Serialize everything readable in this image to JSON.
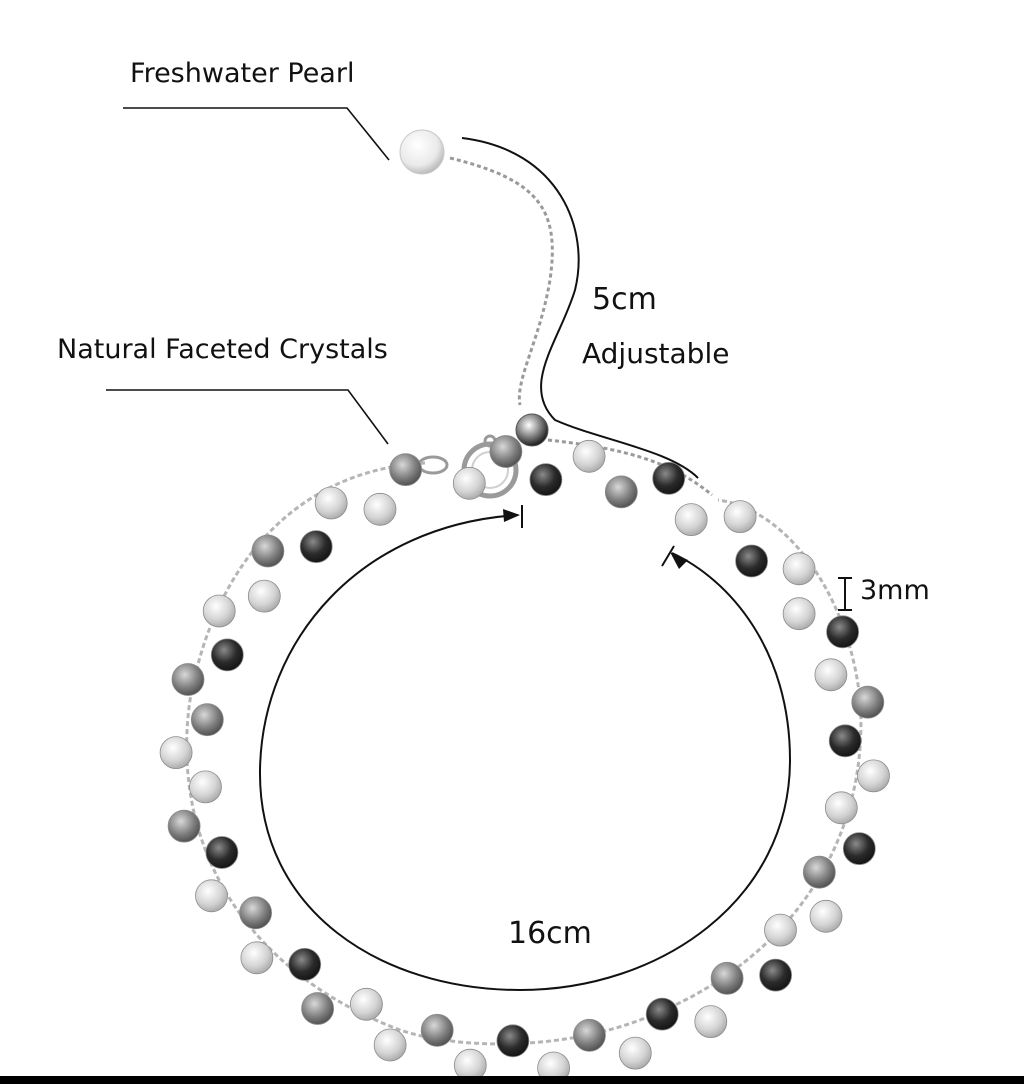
{
  "labels": {
    "pearl": "Freshwater Pearl",
    "crystals": "Natural Faceted Crystals",
    "adjustable_length": "5cm",
    "adjustable": "Adjustable",
    "bead_size": "3mm",
    "circumference": "16cm"
  },
  "colors": {
    "line": "#111111",
    "chain": "#9a9a9a",
    "bead_dark": "#2b2b2b",
    "bead_mid": "#7d7d7d",
    "bead_light": "#d4d4d4",
    "pearl": "#f2f2f2"
  },
  "beads": [
    "light",
    "mid",
    "dark",
    "light",
    "mid",
    "dark",
    "light",
    "light",
    "dark",
    "light",
    "light",
    "dark",
    "light",
    "mid",
    "dark",
    "light",
    "light",
    "dark",
    "mid",
    "light",
    "light",
    "dark",
    "mid",
    "light",
    "dark",
    "light",
    "mid",
    "light",
    "dark",
    "light",
    "mid",
    "light",
    "light",
    "mid",
    "dark",
    "light",
    "mid",
    "light",
    "dark",
    "mid",
    "light",
    "light",
    "mid",
    "mid",
    "dark",
    "light",
    "light",
    "mid",
    "dark",
    "light",
    "light",
    "mid"
  ]
}
